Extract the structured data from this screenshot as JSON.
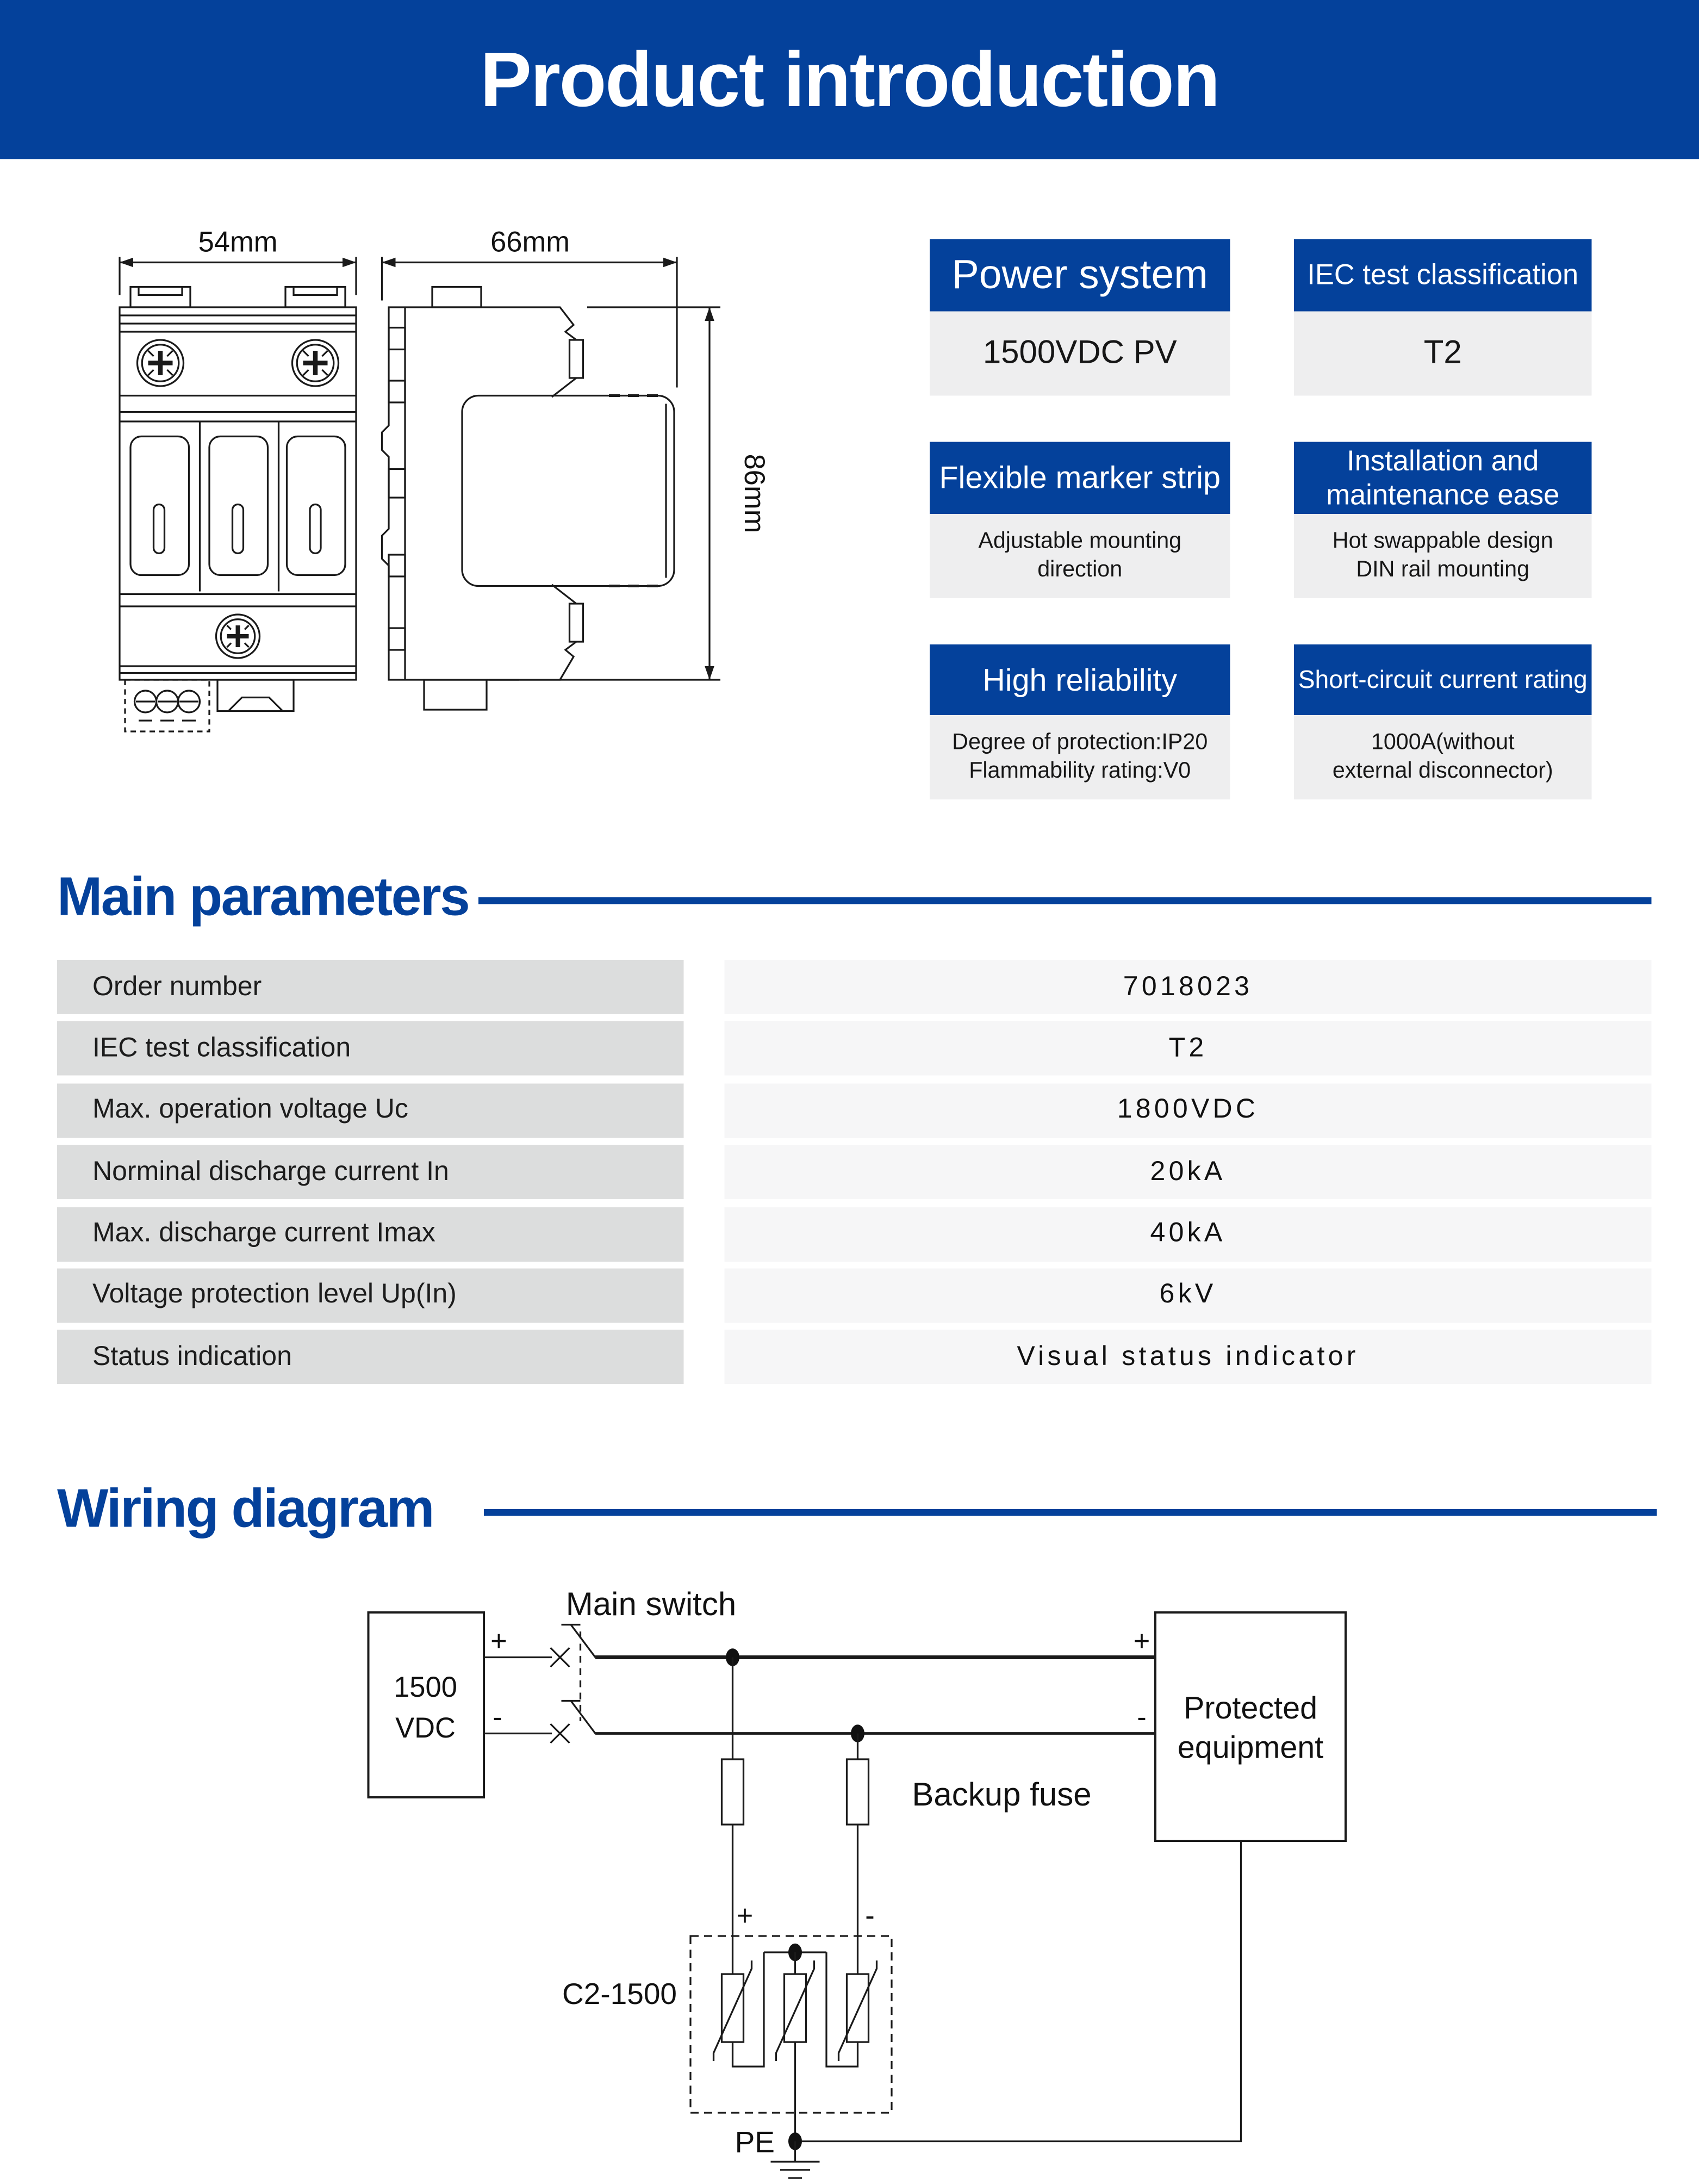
{
  "banner": {
    "title": "Product introduction"
  },
  "colors": {
    "accent_blue": "#04419b",
    "label_gray": "#dcdddd",
    "value_gray": "#f6f6f7",
    "feature_body_gray": "#eeeeef"
  },
  "drawing": {
    "front_width": "54mm",
    "side_width": "66mm",
    "height": "86mm"
  },
  "features": {
    "power_system": {
      "title": "Power system",
      "body": "1500VDC PV"
    },
    "iec": {
      "title": "IEC test classification",
      "body": "T2"
    },
    "marker": {
      "title": "Flexible marker strip",
      "body": "Adjustable mounting\ndirection"
    },
    "installation": {
      "title": "Installation and\nmaintenance ease",
      "body": "Hot swappable design\nDIN rail mounting"
    },
    "reliability": {
      "title": "High reliability",
      "body": "Degree of protection:IP20\nFlammability rating:V0"
    },
    "short_circuit": {
      "title": "Short-circuit current rating",
      "body": "1000A(without\nexternal disconnector)"
    }
  },
  "sections": {
    "main_parameters": "Main parameters",
    "wiring_diagram": "Wiring diagram"
  },
  "table": {
    "rows": [
      {
        "label": "Order number",
        "value": "7018023"
      },
      {
        "label": "IEC test classification",
        "value": "T2"
      },
      {
        "label": "Max. operation voltage Uc",
        "value": "1800VDC"
      },
      {
        "label": "Norminal discharge current In",
        "value": "20kA"
      },
      {
        "label": "Max. discharge current Imax",
        "value": "40kA"
      },
      {
        "label": "Voltage protection level Up(In)",
        "value": "6kV"
      },
      {
        "label": "Status indication",
        "value": "Visual status indicator"
      }
    ]
  },
  "wiring": {
    "main_switch": "Main switch",
    "source_line1": "1500",
    "source_line2": "VDC",
    "protected_line1": "Protected",
    "protected_line2": "equipment",
    "backup_fuse": "Backup fuse",
    "spd_model": "C2-1500",
    "pe": "PE",
    "plus": "+",
    "minus": "-"
  }
}
